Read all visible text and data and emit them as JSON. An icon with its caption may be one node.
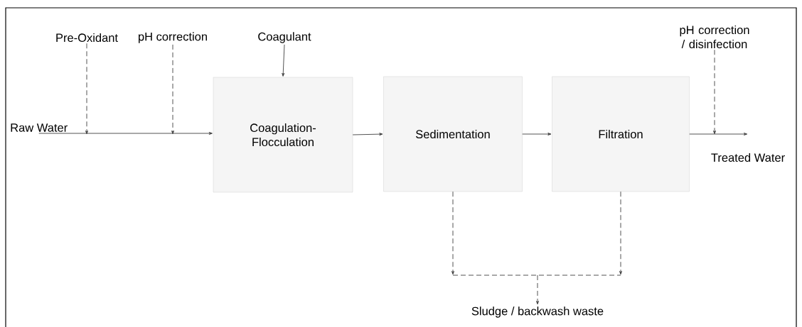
{
  "diagram": {
    "nodes": [
      {
        "text": [
          "Raw Water"
        ]
      },
      {
        "text": [
          "Pre-Oxidant"
        ]
      },
      {
        "text": [
          "pH correction"
        ]
      },
      {
        "text": [
          "Coagulant"
        ]
      },
      {
        "text": [
          "Coagulation- Flocculation"
        ]
      },
      {
        "text": [
          "Sedimentation"
        ]
      },
      {
        "text": [
          "Filtration"
        ]
      },
      {
        "text": [
          "pH correction / disinfection"
        ]
      },
      {
        "text": [
          "Treated Water"
        ]
      },
      {
        "text": [
          "Sludge / backwash waste"
        ]
      }
    ],
    "edges": [
      {
        "from": 0,
        "to": 4,
        "arrow": "to"
      },
      {
        "from": 1,
        "to": null,
        "arrow": "to",
        "style": "dashed"
      },
      {
        "from": 2,
        "to": null,
        "arrow": "to",
        "style": "dashed"
      },
      {
        "from": 3,
        "to": 4,
        "arrow": "to"
      },
      {
        "from": 4,
        "to": 5,
        "arrow": "to"
      },
      {
        "from": 5,
        "to": 6,
        "arrow": "to"
      },
      {
        "from": 6,
        "to": 8,
        "arrow": "to"
      },
      {
        "from": 7,
        "to": null,
        "arrow": "to",
        "style": "dashed"
      },
      {
        "from": 5,
        "to": 9,
        "arrow": "to",
        "style": "dashed"
      },
      {
        "from": 6,
        "to": 9,
        "arrow": "to",
        "style": "dashed"
      }
    ]
  }
}
